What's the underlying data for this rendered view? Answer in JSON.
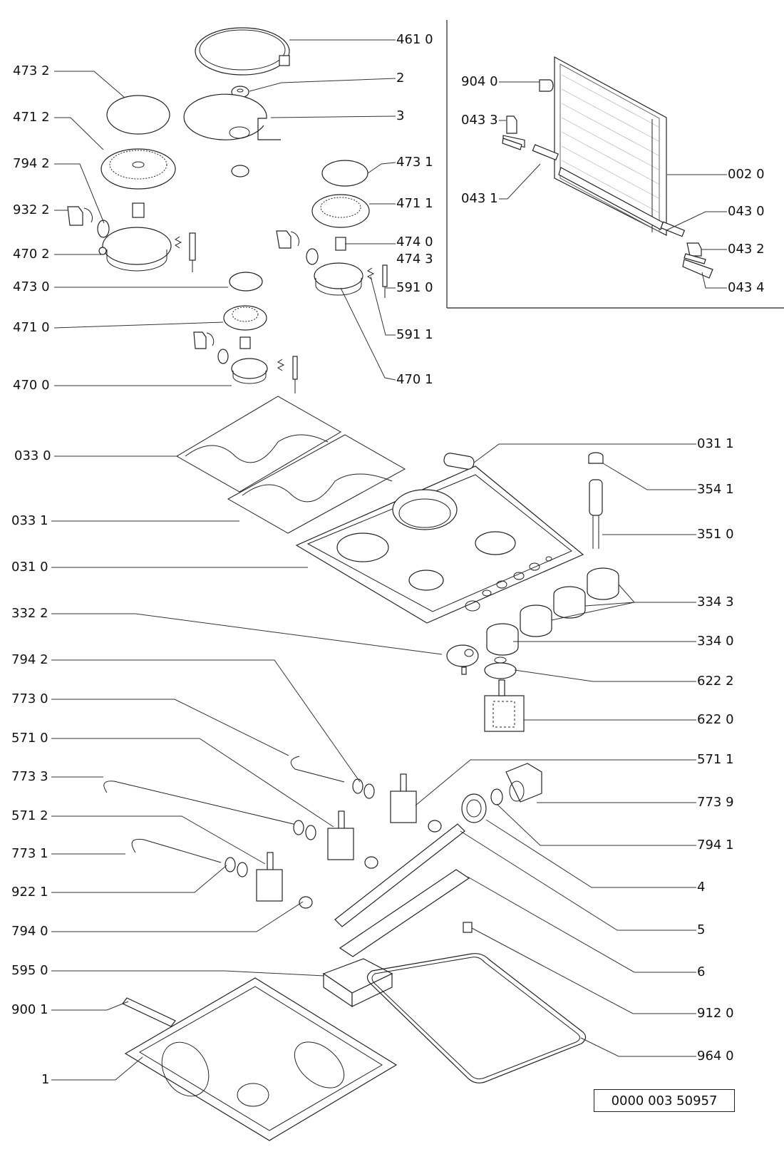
{
  "diagram": {
    "type": "exploded-parts-diagram",
    "subject": "gas hob assembly",
    "document_number": "0000 003 50957",
    "callouts_left": [
      {
        "id": "L1",
        "label": "473 2"
      },
      {
        "id": "L2",
        "label": "471 2"
      },
      {
        "id": "L3",
        "label": "794 2"
      },
      {
        "id": "L4",
        "label": "932 2"
      },
      {
        "id": "L5",
        "label": "470 2"
      },
      {
        "id": "L6",
        "label": "473 0"
      },
      {
        "id": "L7",
        "label": "471 0"
      },
      {
        "id": "L8",
        "label": "470 0"
      },
      {
        "id": "L9",
        "label": "033 0"
      },
      {
        "id": "L10",
        "label": "033 1"
      },
      {
        "id": "L11",
        "label": "031 0"
      },
      {
        "id": "L12",
        "label": "332 2"
      },
      {
        "id": "L13",
        "label": "794 2"
      },
      {
        "id": "L14",
        "label": "773 0"
      },
      {
        "id": "L15",
        "label": "571 0"
      },
      {
        "id": "L16",
        "label": "773 3"
      },
      {
        "id": "L17",
        "label": "571 2"
      },
      {
        "id": "L18",
        "label": "773 1"
      },
      {
        "id": "L19",
        "label": "922 1"
      },
      {
        "id": "L20",
        "label": "794 0"
      },
      {
        "id": "L21",
        "label": "595 0"
      },
      {
        "id": "L22",
        "label": "900 1"
      },
      {
        "id": "L23",
        "label": "1"
      }
    ],
    "callouts_center": [
      {
        "id": "C1",
        "label": "461 0"
      },
      {
        "id": "C2",
        "label": "2"
      },
      {
        "id": "C3",
        "label": "3"
      },
      {
        "id": "C4",
        "label": "473 1"
      },
      {
        "id": "C5",
        "label": "471 1"
      },
      {
        "id": "C6",
        "label": "474 0"
      },
      {
        "id": "C7",
        "label": "474 3"
      },
      {
        "id": "C8",
        "label": "591 0"
      },
      {
        "id": "C9",
        "label": "591 1"
      },
      {
        "id": "C10",
        "label": "470 1"
      }
    ],
    "callouts_inset": [
      {
        "id": "I1",
        "label": "904 0"
      },
      {
        "id": "I2",
        "label": "043 3"
      },
      {
        "id": "I3",
        "label": "043 1"
      },
      {
        "id": "I4",
        "label": "002 0"
      },
      {
        "id": "I5",
        "label": "043 0"
      },
      {
        "id": "I6",
        "label": "043 2"
      },
      {
        "id": "I7",
        "label": "043 4"
      }
    ],
    "callouts_right": [
      {
        "id": "R1",
        "label": "031 1"
      },
      {
        "id": "R2",
        "label": "354 1"
      },
      {
        "id": "R3",
        "label": "351 0"
      },
      {
        "id": "R4",
        "label": "334 3"
      },
      {
        "id": "R5",
        "label": "334 0"
      },
      {
        "id": "R6",
        "label": "622 2"
      },
      {
        "id": "R7",
        "label": "622 0"
      },
      {
        "id": "R8",
        "label": "571 1"
      },
      {
        "id": "R9",
        "label": "773 9"
      },
      {
        "id": "R10",
        "label": "794 1"
      },
      {
        "id": "R11",
        "label": "4"
      },
      {
        "id": "R12",
        "label": "5"
      },
      {
        "id": "R13",
        "label": "6"
      },
      {
        "id": "R14",
        "label": "912 0"
      },
      {
        "id": "R15",
        "label": "964 0"
      }
    ]
  }
}
